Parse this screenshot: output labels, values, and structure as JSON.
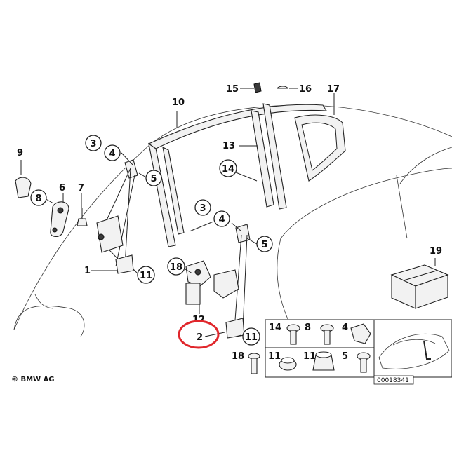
{
  "copyright": "© BMW AG",
  "diagram_code": "00018341",
  "highlight_color": "#e0262b",
  "callouts": {
    "c1": "1",
    "c2": "2",
    "c3a": "3",
    "c3b": "3",
    "c4a": "4",
    "c4b": "4",
    "c5a": "5",
    "c5b": "5",
    "c6": "6",
    "c7": "7",
    "c8": "8",
    "c9": "9",
    "c10": "10",
    "c11a": "11",
    "c11b": "11",
    "c12": "12",
    "c13": "13",
    "c14": "14",
    "c15": "15",
    "c16": "16",
    "c17": "17",
    "c18": "18",
    "c19": "19"
  },
  "parts_table": {
    "row1": [
      "14",
      "8",
      "4"
    ],
    "row2": [
      "18",
      "11",
      "5"
    ]
  },
  "icons": [
    "bolt-icon",
    "clip-icon",
    "nut-icon",
    "car-thumbnail-icon",
    "box-icon"
  ]
}
